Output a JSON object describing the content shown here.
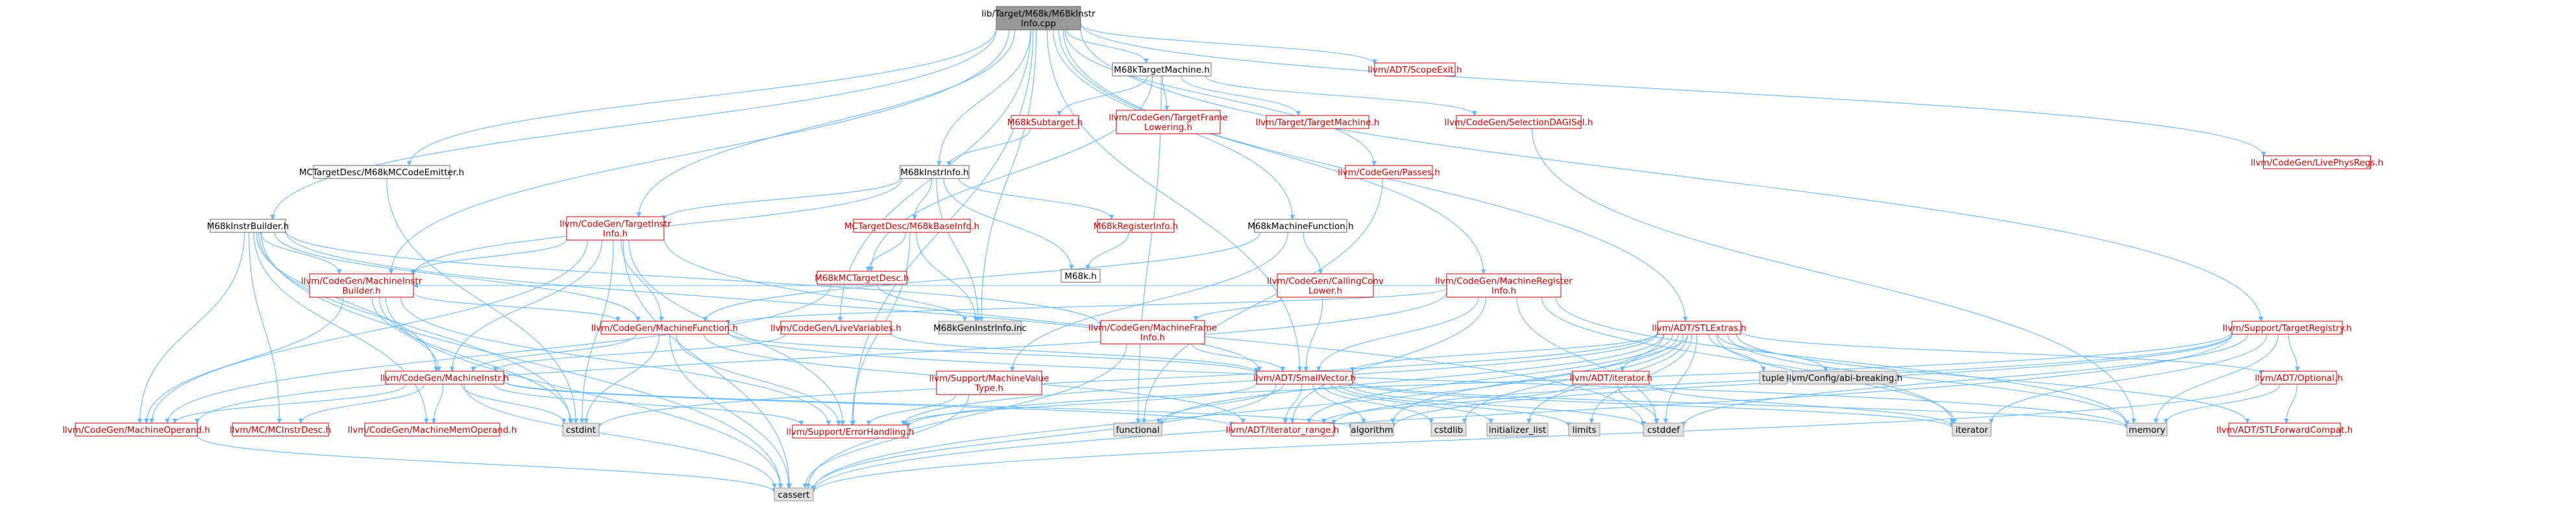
{
  "colors": {
    "root_fill": "#999999",
    "node_fill": "#ffffff",
    "missing_fill": "#e0e0e0",
    "red_text": "#cc0000",
    "black_text": "#000000",
    "border_black": "#666666",
    "border_red": "#cc0000",
    "border_grey": "#999999",
    "edge": "#63b8ff"
  },
  "nodes": [
    {
      "id": "root",
      "label": [
        "lib/Target/M68k/M68kInstr",
        "Info.cpp"
      ],
      "style": "root"
    },
    {
      "id": "M68kTargetMachine",
      "label": [
        "M68kTargetMachine.h"
      ],
      "style": "black"
    },
    {
      "id": "ScopeExit",
      "label": [
        "llvm/ADT/ScopeExit.h"
      ],
      "style": "red"
    },
    {
      "id": "LivePhysRegs",
      "label": [
        "llvm/CodeGen/LivePhysRegs.h"
      ],
      "style": "red"
    },
    {
      "id": "M68kSubtarget",
      "label": [
        "M68kSubtarget.h"
      ],
      "style": "red"
    },
    {
      "id": "TargetFrameLowering",
      "label": [
        "llvm/CodeGen/TargetFrame",
        "Lowering.h"
      ],
      "style": "red"
    },
    {
      "id": "TargetMachine",
      "label": [
        "llvm/Target/TargetMachine.h"
      ],
      "style": "red"
    },
    {
      "id": "SelectionDAGISel",
      "label": [
        "llvm/CodeGen/SelectionDAGISel.h"
      ],
      "style": "red"
    },
    {
      "id": "MCCodeEmitter",
      "label": [
        "MCTargetDesc/M68kMCCodeEmitter.h"
      ],
      "style": "black"
    },
    {
      "id": "M68kInstrInfo",
      "label": [
        "M68kInstrInfo.h"
      ],
      "style": "black"
    },
    {
      "id": "Passes",
      "label": [
        "llvm/CodeGen/Passes.h"
      ],
      "style": "red"
    },
    {
      "id": "M68kInstrBuilder",
      "label": [
        "M68kInstrBuilder.h"
      ],
      "style": "black"
    },
    {
      "id": "TargetInstrInfo",
      "label": [
        "llvm/CodeGen/TargetInstr",
        "Info.h"
      ],
      "style": "red"
    },
    {
      "id": "M68kBaseInfo",
      "label": [
        "MCTargetDesc/M68kBaseInfo.h"
      ],
      "style": "red"
    },
    {
      "id": "M68kRegisterInfo",
      "label": [
        "M68kRegisterInfo.h"
      ],
      "style": "red"
    },
    {
      "id": "M68kMachineFunction",
      "label": [
        "M68kMachineFunction.h"
      ],
      "style": "black"
    },
    {
      "id": "M68kH",
      "label": [
        "M68k.h"
      ],
      "style": "black"
    },
    {
      "id": "MachineInstrBuilder",
      "label": [
        "llvm/CodeGen/MachineInstr",
        "Builder.h"
      ],
      "style": "red"
    },
    {
      "id": "M68kMCTargetDesc",
      "label": [
        "M68kMCTargetDesc.h"
      ],
      "style": "red"
    },
    {
      "id": "CallingConvLower",
      "label": [
        "llvm/CodeGen/CallingConv",
        "Lower.h"
      ],
      "style": "red"
    },
    {
      "id": "MachineRegisterInfo",
      "label": [
        "llvm/CodeGen/MachineRegister",
        "Info.h"
      ],
      "style": "red"
    },
    {
      "id": "M68kGenInstrInfo",
      "label": [
        "M68kGenInstrInfo.inc"
      ],
      "style": "grey"
    },
    {
      "id": "MachineFunction",
      "label": [
        "llvm/CodeGen/MachineFunction.h"
      ],
      "style": "red"
    },
    {
      "id": "LiveVariables",
      "label": [
        "llvm/CodeGen/LiveVariables.h"
      ],
      "style": "red"
    },
    {
      "id": "MachineFrameInfo",
      "label": [
        "llvm/CodeGen/MachineFrame",
        "Info.h"
      ],
      "style": "red"
    },
    {
      "id": "STLExtras",
      "label": [
        "llvm/ADT/STLExtras.h"
      ],
      "style": "red"
    },
    {
      "id": "TargetRegistry",
      "label": [
        "llvm/Support/TargetRegistry.h"
      ],
      "style": "red"
    },
    {
      "id": "MachineInstr",
      "label": [
        "llvm/CodeGen/MachineInstr.h"
      ],
      "style": "red"
    },
    {
      "id": "MachineValueType",
      "label": [
        "llvm/Support/MachineValue",
        "Type.h"
      ],
      "style": "red"
    },
    {
      "id": "SmallVector",
      "label": [
        "llvm/ADT/SmallVector.h"
      ],
      "style": "red"
    },
    {
      "id": "ADTiterator",
      "label": [
        "llvm/ADT/iterator.h"
      ],
      "style": "red"
    },
    {
      "id": "tuple",
      "label": [
        "tuple"
      ],
      "style": "grey"
    },
    {
      "id": "abibreaking",
      "label": [
        "llvm/Config/abi-breaking.h"
      ],
      "style": "grey"
    },
    {
      "id": "Optional",
      "label": [
        "llvm/ADT/Optional.h"
      ],
      "style": "red"
    },
    {
      "id": "MachineOperand",
      "label": [
        "llvm/CodeGen/MachineOperand.h"
      ],
      "style": "red"
    },
    {
      "id": "MCInstrDesc",
      "label": [
        "llvm/MC/MCInstrDesc.h"
      ],
      "style": "red"
    },
    {
      "id": "MachineMemOperand",
      "label": [
        "llvm/CodeGen/MachineMemOperand.h"
      ],
      "style": "red"
    },
    {
      "id": "cstdint",
      "label": [
        "cstdint"
      ],
      "style": "grey"
    },
    {
      "id": "ErrorHandling",
      "label": [
        "llvm/Support/ErrorHandling.h"
      ],
      "style": "red"
    },
    {
      "id": "functional",
      "label": [
        "functional"
      ],
      "style": "grey"
    },
    {
      "id": "iterator_range",
      "label": [
        "llvm/ADT/iterator_range.h"
      ],
      "style": "red"
    },
    {
      "id": "algorithm",
      "label": [
        "algorithm"
      ],
      "style": "grey"
    },
    {
      "id": "cstdlib",
      "label": [
        "cstdlib"
      ],
      "style": "grey"
    },
    {
      "id": "initializer_list",
      "label": [
        "initializer_list"
      ],
      "style": "grey"
    },
    {
      "id": "limits",
      "label": [
        "limits"
      ],
      "style": "grey"
    },
    {
      "id": "cstddef",
      "label": [
        "cstddef"
      ],
      "style": "grey"
    },
    {
      "id": "iterator",
      "label": [
        "iterator"
      ],
      "style": "grey"
    },
    {
      "id": "memory",
      "label": [
        "memory"
      ],
      "style": "grey"
    },
    {
      "id": "STLForwardCompat",
      "label": [
        "llvm/ADT/STLForwardCompat.h"
      ],
      "style": "red"
    },
    {
      "id": "cassert",
      "label": [
        "cassert"
      ],
      "style": "grey"
    }
  ],
  "edges": [
    [
      "root",
      "M68kTargetMachine"
    ],
    [
      "root",
      "ScopeExit"
    ],
    [
      "root",
      "LivePhysRegs"
    ],
    [
      "root",
      "MCCodeEmitter"
    ],
    [
      "root",
      "M68kInstrInfo"
    ],
    [
      "root",
      "Passes"
    ],
    [
      "root",
      "M68kInstrBuilder"
    ],
    [
      "root",
      "TargetInstrInfo"
    ],
    [
      "root",
      "M68kMachineFunction"
    ],
    [
      "root",
      "MachineInstrBuilder"
    ],
    [
      "root",
      "MachineRegisterInfo"
    ],
    [
      "root",
      "M68kGenInstrInfo"
    ],
    [
      "root",
      "LiveVariables"
    ],
    [
      "root",
      "STLExtras"
    ],
    [
      "root",
      "TargetRegistry"
    ],
    [
      "root",
      "ErrorHandling"
    ],
    [
      "root",
      "SmallVector"
    ],
    [
      "M68kTargetMachine",
      "M68kSubtarget"
    ],
    [
      "M68kTargetMachine",
      "TargetFrameLowering"
    ],
    [
      "M68kTargetMachine",
      "TargetMachine"
    ],
    [
      "M68kTargetMachine",
      "SelectionDAGISel"
    ],
    [
      "M68kTargetMachine",
      "M68kMCTargetDesc"
    ],
    [
      "M68kTargetMachine",
      "functional"
    ],
    [
      "M68kSubtarget",
      "M68kInstrInfo"
    ],
    [
      "SelectionDAGISel",
      "memory"
    ],
    [
      "MCCodeEmitter",
      "cstdint"
    ],
    [
      "M68kInstrInfo",
      "TargetInstrInfo"
    ],
    [
      "M68kInstrInfo",
      "M68kBaseInfo"
    ],
    [
      "M68kInstrInfo",
      "M68kRegisterInfo"
    ],
    [
      "M68kInstrInfo",
      "M68kH"
    ],
    [
      "M68kInstrInfo",
      "M68kGenInstrInfo"
    ],
    [
      "M68kInstrInfo",
      "MachineInstrBuilder"
    ],
    [
      "Passes",
      "functional"
    ],
    [
      "M68kInstrBuilder",
      "MachineInstrBuilder"
    ],
    [
      "M68kInstrBuilder",
      "MachineFunction"
    ],
    [
      "M68kInstrBuilder",
      "MachineInstr"
    ],
    [
      "M68kInstrBuilder",
      "MachineMemOperand"
    ],
    [
      "M68kInstrBuilder",
      "MachineOperand"
    ],
    [
      "M68kInstrBuilder",
      "MCInstrDesc"
    ],
    [
      "M68kInstrBuilder",
      "MachineFrameInfo"
    ],
    [
      "M68kInstrBuilder",
      "cassert"
    ],
    [
      "M68kInstrBuilder",
      "cstdint"
    ],
    [
      "M68kInstrBuilder",
      "SmallVector"
    ],
    [
      "TargetInstrInfo",
      "MachineInstrBuilder"
    ],
    [
      "TargetInstrInfo",
      "MachineFunction"
    ],
    [
      "TargetInstrInfo",
      "MachineInstr"
    ],
    [
      "TargetInstrInfo",
      "MachineOperand"
    ],
    [
      "TargetInstrInfo",
      "ErrorHandling"
    ],
    [
      "TargetInstrInfo",
      "cassert"
    ],
    [
      "TargetInstrInfo",
      "cstdint"
    ],
    [
      "TargetInstrInfo",
      "cstddef"
    ],
    [
      "M68kBaseInfo",
      "M68kMCTargetDesc"
    ],
    [
      "M68kBaseInfo",
      "M68kGenInstrInfo"
    ],
    [
      "M68kBaseInfo",
      "ErrorHandling"
    ],
    [
      "M68kRegisterInfo",
      "M68kH"
    ],
    [
      "M68kMachineFunction",
      "CallingConvLower"
    ],
    [
      "M68kMachineFunction",
      "MachineFunction"
    ],
    [
      "M68kMachineFunction",
      "MachineValueType"
    ],
    [
      "MachineInstrBuilder",
      "MachineFunction"
    ],
    [
      "MachineInstrBuilder",
      "MachineInstr"
    ],
    [
      "MachineInstrBuilder",
      "MachineOperand"
    ],
    [
      "MachineInstrBuilder",
      "ErrorHandling"
    ],
    [
      "MachineInstrBuilder",
      "cassert"
    ],
    [
      "MachineInstrBuilder",
      "cstdint"
    ],
    [
      "M68kMCTargetDesc",
      "M68kGenInstrInfo"
    ],
    [
      "M68kMCTargetDesc",
      "MachineOperand"
    ],
    [
      "CallingConvLower",
      "MachineFrameInfo"
    ],
    [
      "CallingConvLower",
      "SmallVector"
    ],
    [
      "MachineRegisterInfo",
      "MachineFunction"
    ],
    [
      "MachineRegisterInfo",
      "MachineInstrBuilder"
    ],
    [
      "MachineRegisterInfo",
      "SmallVector"
    ],
    [
      "MachineRegisterInfo",
      "iterator_range"
    ],
    [
      "MachineRegisterInfo",
      "iterator"
    ],
    [
      "MachineRegisterInfo",
      "memory"
    ],
    [
      "MachineRegisterInfo",
      "cstddef"
    ],
    [
      "MachineRegisterInfo",
      "MachineOperand"
    ],
    [
      "MachineFunction",
      "MachineInstr"
    ],
    [
      "MachineFunction",
      "SmallVector"
    ],
    [
      "MachineFunction",
      "ErrorHandling"
    ],
    [
      "MachineFunction",
      "cassert"
    ],
    [
      "MachineFunction",
      "cstdint"
    ],
    [
      "MachineFunction",
      "iterator_range"
    ],
    [
      "MachineFunction",
      "memory"
    ],
    [
      "LiveVariables",
      "MachineInstr"
    ],
    [
      "LiveVariables",
      "SmallVector"
    ],
    [
      "MachineFrameInfo",
      "SmallVector"
    ],
    [
      "MachineFrameInfo",
      "cassert"
    ],
    [
      "STLExtras",
      "SmallVector"
    ],
    [
      "STLExtras",
      "ADTiterator"
    ],
    [
      "STLExtras",
      "tuple"
    ],
    [
      "STLExtras",
      "abibreaking"
    ],
    [
      "STLExtras",
      "Optional"
    ],
    [
      "STLExtras",
      "STLForwardCompat"
    ],
    [
      "STLExtras",
      "iterator_range"
    ],
    [
      "STLExtras",
      "ErrorHandling"
    ],
    [
      "STLExtras",
      "algorithm"
    ],
    [
      "STLExtras",
      "cassert"
    ],
    [
      "STLExtras",
      "cstddef"
    ],
    [
      "STLExtras",
      "cstdint"
    ],
    [
      "STLExtras",
      "cstdlib"
    ],
    [
      "STLExtras",
      "functional"
    ],
    [
      "STLExtras",
      "initializer_list"
    ],
    [
      "STLExtras",
      "iterator"
    ],
    [
      "STLExtras",
      "limits"
    ],
    [
      "STLExtras",
      "memory"
    ],
    [
      "TargetRegistry",
      "Optional"
    ],
    [
      "TargetRegistry",
      "iterator_range"
    ],
    [
      "TargetRegistry",
      "ErrorHandling"
    ],
    [
      "TargetRegistry",
      "algorithm"
    ],
    [
      "TargetRegistry",
      "cassert"
    ],
    [
      "TargetRegistry",
      "cstddef"
    ],
    [
      "TargetRegistry",
      "iterator"
    ],
    [
      "TargetRegistry",
      "memory"
    ],
    [
      "MachineInstr",
      "MachineOperand"
    ],
    [
      "MachineInstr",
      "MCInstrDesc"
    ],
    [
      "MachineInstr",
      "MachineMemOperand"
    ],
    [
      "MachineInstr",
      "iterator_range"
    ],
    [
      "MachineInstr",
      "cassert"
    ],
    [
      "MachineInstr",
      "cstdint"
    ],
    [
      "MachineInstr",
      "algorithm"
    ],
    [
      "MachineInstr",
      "ErrorHandling"
    ],
    [
      "MachineValueType",
      "ErrorHandling"
    ],
    [
      "MachineValueType",
      "cassert"
    ],
    [
      "SmallVector",
      "ErrorHandling"
    ],
    [
      "SmallVector",
      "iterator_range"
    ],
    [
      "SmallVector",
      "algorithm"
    ],
    [
      "SmallVector",
      "cassert"
    ],
    [
      "SmallVector",
      "cstddef"
    ],
    [
      "SmallVector",
      "cstdlib"
    ],
    [
      "SmallVector",
      "functional"
    ],
    [
      "SmallVector",
      "initializer_list"
    ],
    [
      "SmallVector",
      "iterator"
    ],
    [
      "SmallVector",
      "limits"
    ],
    [
      "SmallVector",
      "memory"
    ],
    [
      "ADTiterator",
      "iterator_range"
    ],
    [
      "ADTiterator",
      "cstddef"
    ],
    [
      "ADTiterator",
      "iterator"
    ],
    [
      "Optional",
      "STLForwardCompat"
    ],
    [
      "Optional",
      "cassert"
    ],
    [
      "Optional",
      "memory"
    ],
    [
      "MachineOperand",
      "cassert"
    ]
  ]
}
